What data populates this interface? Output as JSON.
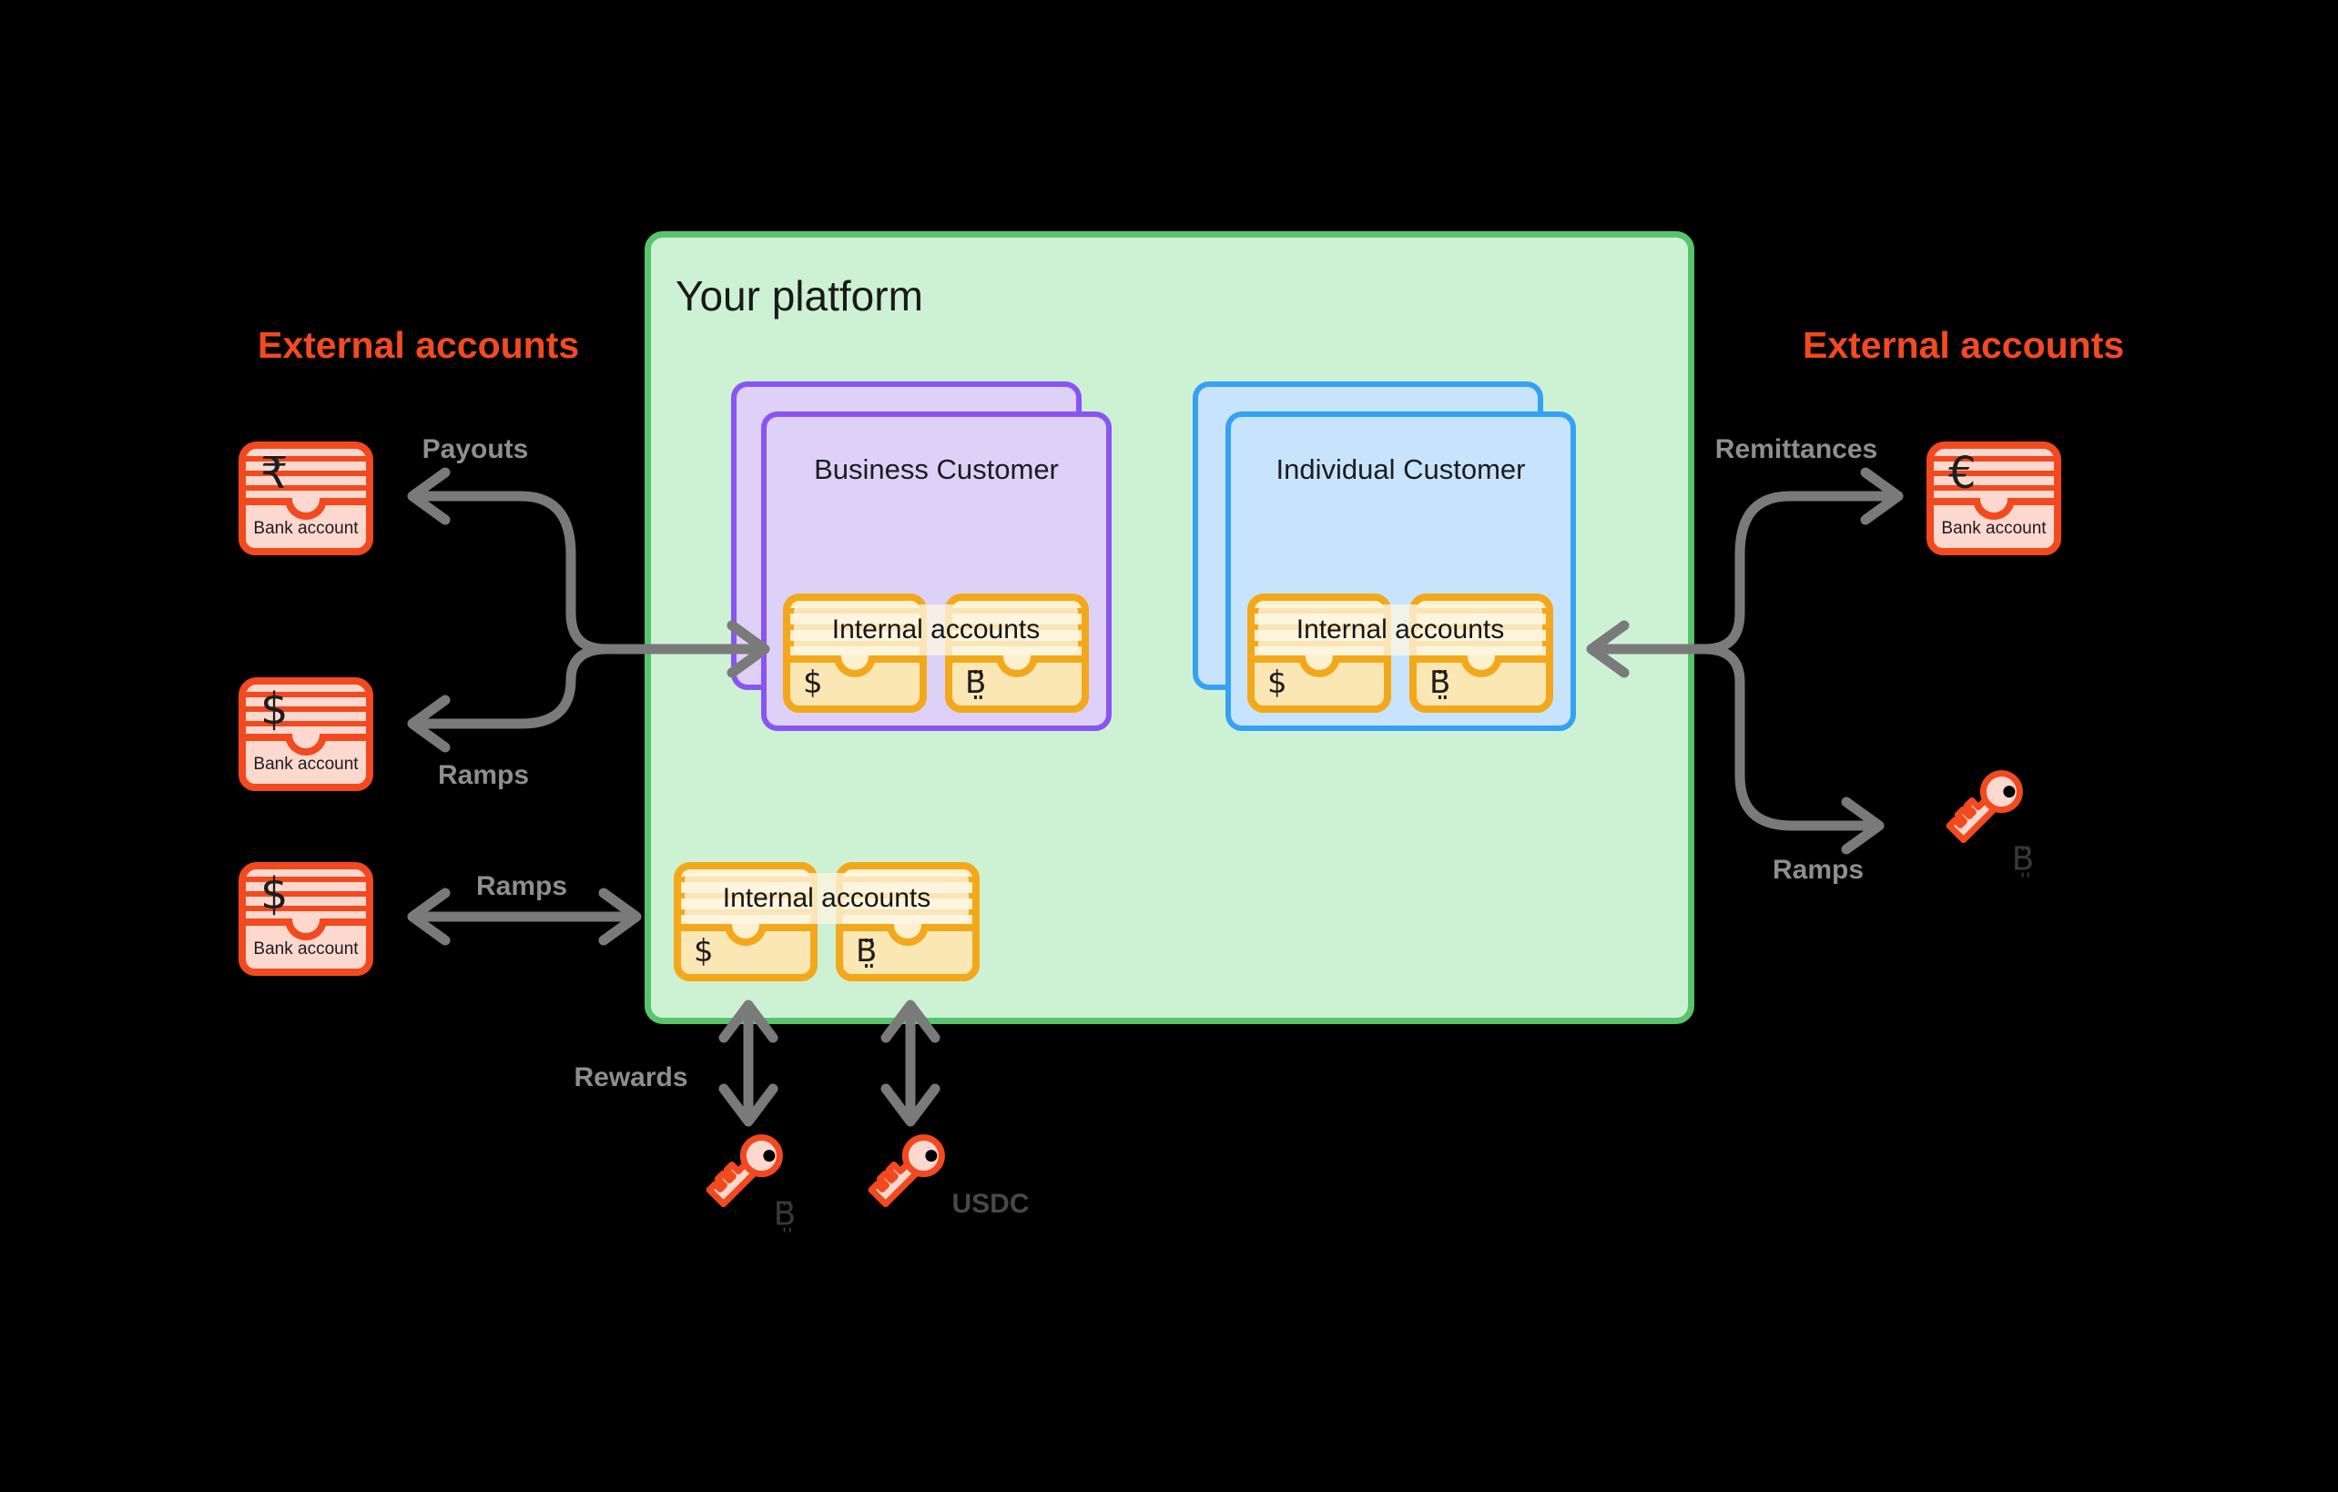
{
  "colors": {
    "background": "#000000",
    "accent_red": "#f24a22",
    "red_icon_border": "#f2491f",
    "red_icon_fill": "#fcd8cf",
    "platform_green_border": "#58c46c",
    "platform_green_fill": "#cdf2d3",
    "purple_border": "#8a54f3",
    "purple_fill": "#ddd1f8",
    "blue_border": "#35a1f4",
    "blue_fill": "#c7e4fc",
    "yellow_border": "#f3a81b",
    "yellow_fill": "#fdf0cd",
    "arrow_gray": "#7a7a7a",
    "label_gray": "#8e8e8e"
  },
  "platform": {
    "title": "Your platform"
  },
  "left_external": {
    "heading": "External accounts",
    "bank_accounts": [
      {
        "currency": "₹",
        "label": "Bank account"
      },
      {
        "currency": "$",
        "label": "Bank account"
      },
      {
        "currency": "$",
        "label": "Bank account"
      }
    ],
    "flows": {
      "payouts": "Payouts",
      "ramps_mid": "Ramps",
      "ramps_bottom": "Ramps"
    }
  },
  "right_external": {
    "heading": "External accounts",
    "bank_accounts": [
      {
        "currency": "€",
        "label": "Bank account"
      }
    ],
    "crypto_key_label": "₿",
    "flows": {
      "remittances": "Remittances",
      "ramps": "Ramps"
    }
  },
  "business_customer": {
    "title": "Business Customer",
    "internal_accounts_label": "Internal accounts",
    "wallets": [
      {
        "currency": "$"
      },
      {
        "currency": "₿"
      }
    ]
  },
  "individual_customer": {
    "title": "Individual Customer",
    "internal_accounts_label": "Internal accounts",
    "wallets": [
      {
        "currency": "$"
      },
      {
        "currency": "₿"
      }
    ]
  },
  "platform_wallets": {
    "internal_accounts_label": "Internal accounts",
    "wallets": [
      {
        "currency": "$"
      },
      {
        "currency": "₿"
      }
    ]
  },
  "bottom_external": {
    "rewards_label": "Rewards",
    "keys": [
      {
        "label": "₿"
      },
      {
        "label": "USDC"
      }
    ]
  }
}
